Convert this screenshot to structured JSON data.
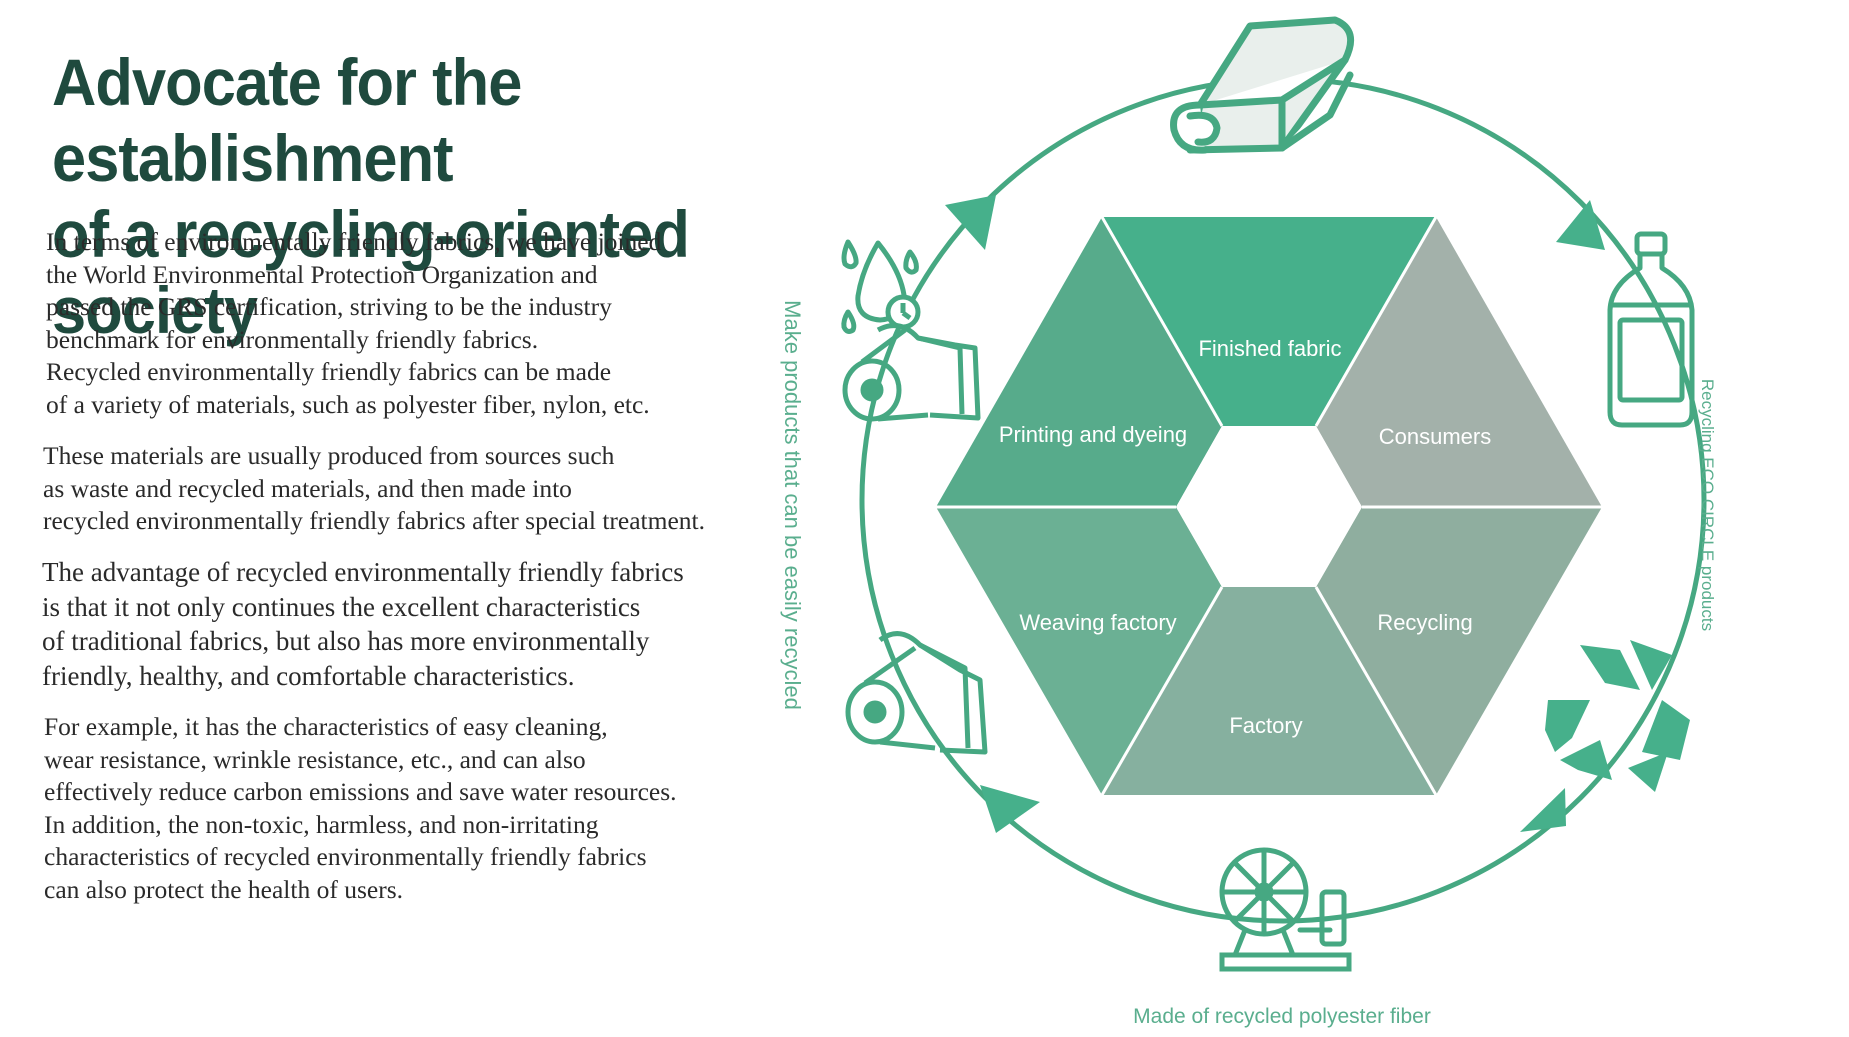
{
  "title": {
    "line1": "Advocate for the establishment",
    "line2": "of a recycling-oriented society"
  },
  "paragraphs": {
    "p1": [
      "In terms of environmentally friendly fabrics, we have joined",
      "the World Environmental Protection Organization and",
      "passed the GRS certification, striving to be the industry",
      "benchmark for environmentally friendly fabrics.",
      "Recycled environmentally friendly fabrics can be made",
      "of a variety of materials, such as polyester fiber, nylon, etc."
    ],
    "p2": [
      "These materials are usually produced from sources such",
      "as waste and recycled materials, and then made into",
      "recycled environmentally friendly fabrics after special treatment."
    ],
    "p3": [
      "The advantage of recycled environmentally friendly fabrics",
      "is that it not only continues the excellent characteristics",
      "of traditional fabrics, but also has more environmentally",
      "friendly, healthy, and comfortable characteristics."
    ],
    "p4": [
      "For example, it has the characteristics of easy cleaning,",
      "wear resistance, wrinkle resistance, etc., and can also",
      "effectively reduce carbon emissions and save water resources.",
      "In addition, the non-toxic, harmless, and non-irritating",
      "characteristics of recycled environmentally friendly fabrics",
      "can also protect the health of users."
    ]
  },
  "diagram": {
    "segments": {
      "finished_fabric": "Finished fabric",
      "consumers": "Consumers",
      "recycling": "Recycling",
      "factory": "Factory",
      "weaving_factory": "Weaving factory",
      "printing_dyeing": "Printing and dyeing"
    },
    "side_labels": {
      "left": "Make products that can be easily recycled",
      "right": "Recycling ECO CIRCLE products",
      "bottom": "Made of recycled polyester fiber"
    },
    "icons": [
      "folded-fabric-icon",
      "bottle-icon",
      "recycle-icon",
      "spinning-wheel-icon",
      "fabric-roll-icon",
      "dyeing-drops-fabric-icon"
    ],
    "colors": {
      "primary_green": "#46b08b",
      "medium_green": "#5eae90",
      "grey_green": "#9fb0a8",
      "circle_stroke": "#46a882",
      "title": "#1f4a3e"
    }
  }
}
